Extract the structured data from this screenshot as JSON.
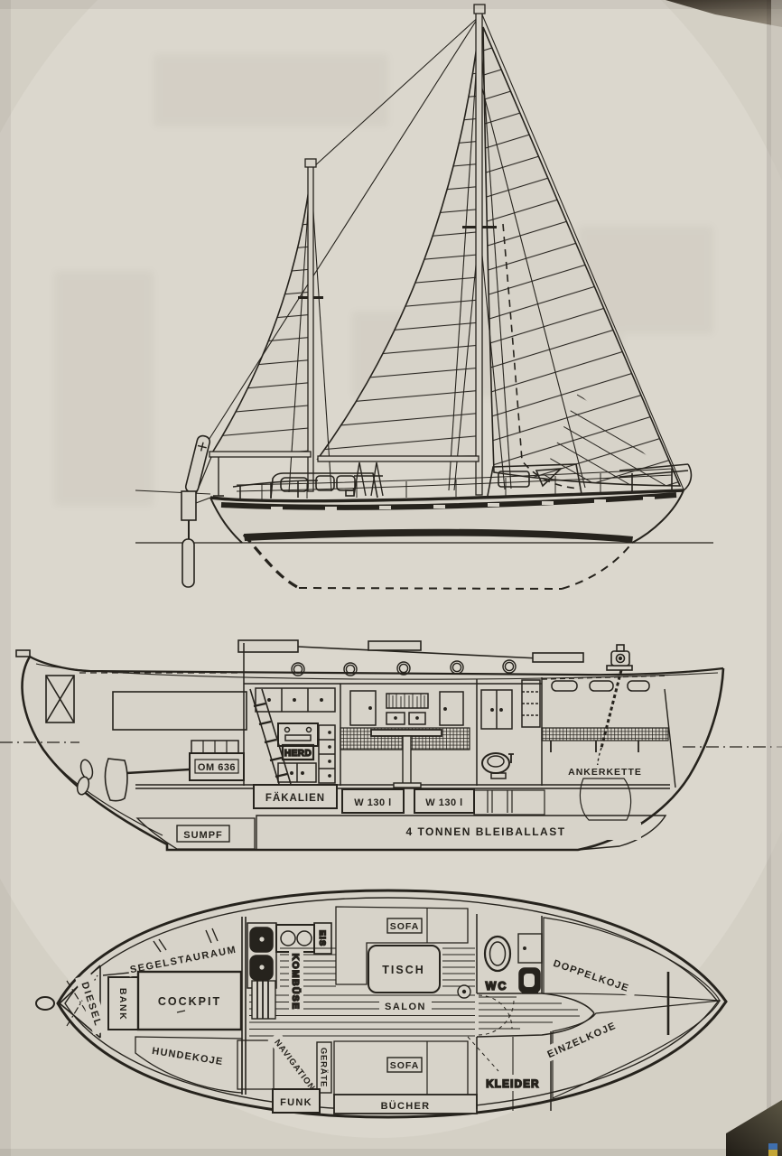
{
  "page": {
    "background": "#d7d3c9",
    "ink": "#26231d",
    "description": "Book page with technical drawing of a ketch sailing yacht: sail plan, longitudinal section and accommodation plan"
  },
  "section": {
    "engine": "OM 636",
    "stove": "HERD",
    "holding_tank": "FÄKALIEN",
    "water_tank_aft": "W 130 l",
    "water_tank_fwd": "W 130 l",
    "ballast": "4 TONNEN BLEIBALLAST",
    "sump": "SUMPF",
    "anchor_chain": "ANKERKETTE"
  },
  "plan": {
    "diesel": "DIESEL",
    "bank": "BANK",
    "sail_locker": "SEGELSTAURAUM",
    "cockpit": "COCKPIT",
    "quarter_berth": "HUNDEKOJE",
    "galley": "KOMBÜSE",
    "icebox": "EIS",
    "sofa_port": "SOFA",
    "table": "TISCH",
    "saloon": "SALON",
    "sofa_starboard": "SOFA",
    "navigation": "NAVIGATION",
    "instruments": "GERÄTE",
    "radio": "FUNK",
    "books": "BÜCHER",
    "toilet": "WC",
    "wardrobe": "KLEIDER",
    "double_berth": "DOPPELKOJE",
    "single_berth": "EINZELKOJE"
  }
}
